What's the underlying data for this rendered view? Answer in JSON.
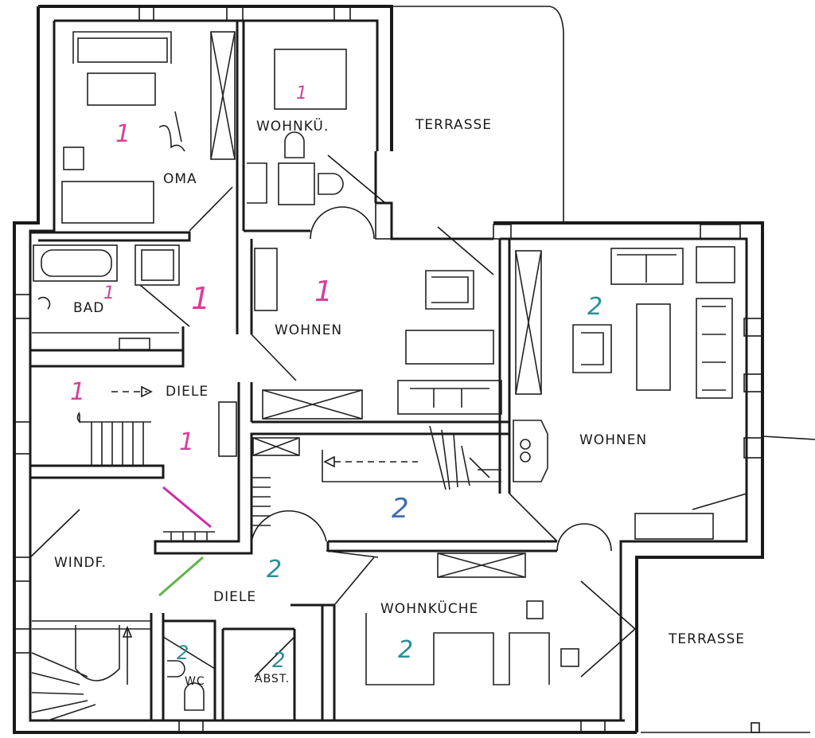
{
  "colors": {
    "unit_1": "#d6409a",
    "unit_2": "#2a8f9a",
    "line": "#1a1a1a",
    "accent_magenta": "#cc2fa6",
    "accent_green": "#5fb548"
  },
  "rooms": {
    "oma": "OMA",
    "wohnkue": "WOHNKÜ.",
    "terrasse_top": "TERRASSE",
    "bad": "BAD",
    "wohnen_upper": "WOHNEN",
    "diele_upper": "DIELE",
    "wohnen_right": "WOHNEN",
    "windf": "WINDF.",
    "diele_lower": "DIELE",
    "wohnkueche": "WOHNKÜCHE",
    "terrasse_right": "TERRASSE",
    "wc": "WC",
    "abst": "ABST."
  },
  "unit_marks": {
    "oma": "1",
    "wohnkue": "1",
    "bad": "1",
    "hall_upper": "1",
    "wohnen_upper": "1",
    "diele_arrow": "1",
    "stair_upper": "1",
    "wohnen_right": "2",
    "hall_mid": "2",
    "diele_lower": "2",
    "wohnkueche": "2",
    "wc": "2",
    "abst": "2"
  }
}
